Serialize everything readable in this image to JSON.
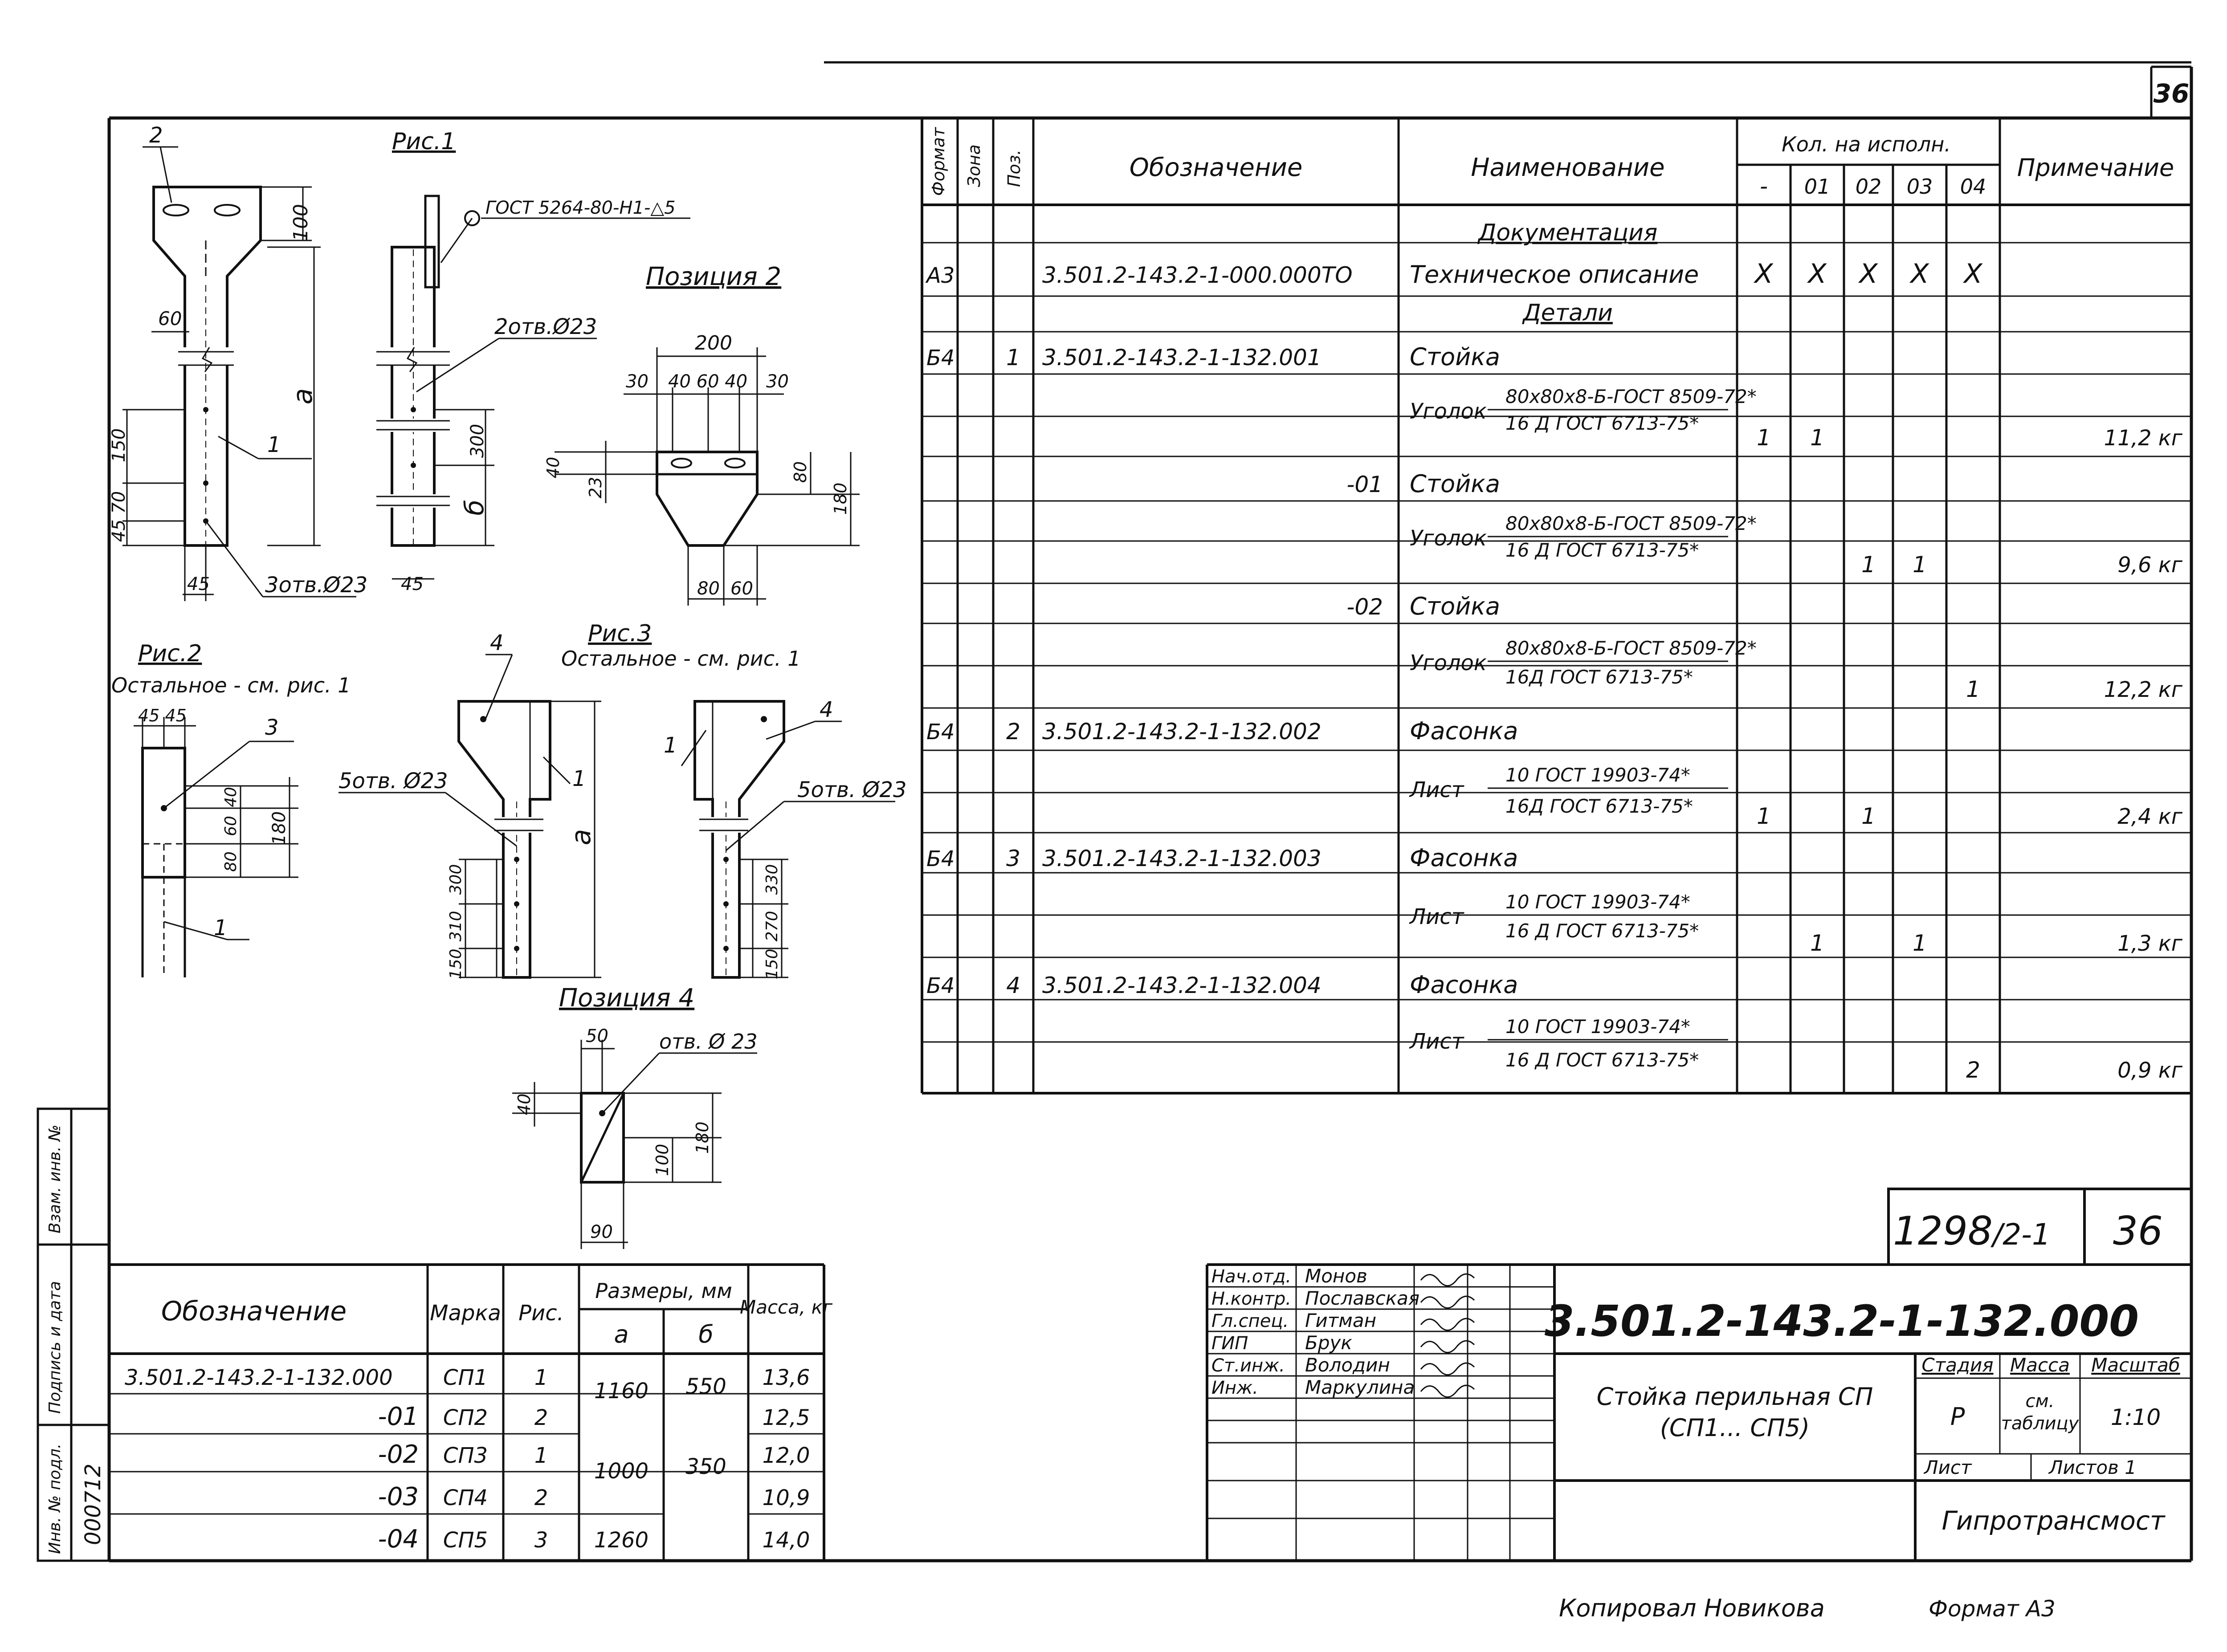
{
  "sheet_number": "36",
  "figures": {
    "fig1_title": "Рис.1",
    "fig2_title": "Рис.2",
    "fig2_note": "Остальное - см. рис. 1",
    "fig3_title": "Рис.3",
    "fig3_note": "Остальное - см. рис. 1",
    "pos2_title": "Позиция 2",
    "pos4_title": "Позиция 4",
    "weld_note": "ГОСТ 5264-80-Н1-△5",
    "holes_2": "2отв.Ø23",
    "holes_3": "3отв.Ø23",
    "holes_5a": "5отв. Ø23",
    "holes_5b": "5отв. Ø23",
    "hole_1": "отв. Ø 23",
    "dim_a": "а",
    "dim_b": "б",
    "fig1_dims": [
      "2",
      "100",
      "60",
      "150",
      "45 70",
      "45",
      "1",
      "300",
      "45"
    ],
    "pos2_dims": [
      "200",
      "30",
      "40 60 40",
      "30",
      "40",
      "23",
      "80",
      "180",
      "80",
      "60"
    ],
    "fig2_dims": [
      "45 45",
      "3",
      "40",
      "60",
      "80",
      "180",
      "1"
    ],
    "fig3_dims": [
      "4",
      "1",
      "300",
      "310",
      "150",
      "1",
      "4",
      "330",
      "270",
      "150"
    ],
    "pos4_dims": [
      "50",
      "40",
      "100",
      "180",
      "90"
    ]
  },
  "spec_table": {
    "headers": {
      "format": "Формат",
      "zone": "Зона",
      "pos": "Поз.",
      "designation": "Обозначение",
      "name": "Наименование",
      "qty": "Кол. на исполн.",
      "q0": "-",
      "q1": "01",
      "q2": "02",
      "q3": "03",
      "q4": "04",
      "note": "Примечание"
    },
    "section_docs": "Документация",
    "section_parts": "Детали",
    "rows": [
      {
        "format": "А3",
        "pos": "",
        "designation": "3.501.2-143.2-1-000.000ТО",
        "name": "Техническое описание",
        "marks": [
          "X",
          "X",
          "X",
          "X",
          "X"
        ],
        "note": ""
      },
      {
        "format": "Б4",
        "pos": "1",
        "designation": "3.501.2-143.2-1-132.001",
        "name": "Стойка"
      },
      {
        "name_prefix": "Уголок",
        "frac_top": "80х80х8-Б-ГОСТ 8509-72*",
        "frac_bottom": "16 Д ГОСТ 6713-75*",
        "qty": [
          "1",
          "1",
          "",
          "",
          ""
        ],
        "note": "11,2 кг"
      },
      {
        "designation": "-01",
        "name": "Стойка"
      },
      {
        "name_prefix": "Уголок",
        "frac_top": "80х80х8-Б-ГОСТ 8509-72*",
        "frac_bottom": "16 Д ГОСТ 6713-75*",
        "qty": [
          "",
          "",
          "1",
          "1",
          ""
        ],
        "note": "9,6 кг"
      },
      {
        "designation": "-02",
        "name": "Стойка"
      },
      {
        "name_prefix": "Уголок",
        "frac_top": "80х80х8-Б-ГОСТ 8509-72*",
        "frac_bottom": "16Д ГОСТ 6713-75*",
        "qty": [
          "",
          "",
          "",
          "",
          "1"
        ],
        "note": "12,2 кг"
      },
      {
        "format": "Б4",
        "pos": "2",
        "designation": "3.501.2-143.2-1-132.002",
        "name": "Фасонка"
      },
      {
        "name_prefix": "Лист",
        "frac_top": "10 ГОСТ 19903-74*",
        "frac_bottom": "16Д ГОСТ 6713-75*",
        "qty": [
          "1",
          "",
          "1",
          "",
          ""
        ],
        "note": "2,4 кг"
      },
      {
        "format": "Б4",
        "pos": "3",
        "designation": "3.501.2-143.2-1-132.003",
        "name": "Фасонка"
      },
      {
        "name_prefix": "Лист",
        "frac_top": "10 ГОСТ 19903-74*",
        "frac_bottom": "16 Д ГОСТ 6713-75*",
        "qty": [
          "",
          "1",
          "",
          "1",
          ""
        ],
        "note": "1,3 кг"
      },
      {
        "format": "Б4",
        "pos": "4",
        "designation": "3.501.2-143.2-1-132.004",
        "name": "Фасонка"
      },
      {
        "name_prefix": "Лист",
        "frac_top": "10 ГОСТ 19903-74*",
        "frac_bottom": "16 Д ГОСТ 6713-75*",
        "qty": [
          "",
          "",
          "",
          "",
          "2"
        ],
        "note": "0,9 кг"
      }
    ]
  },
  "size_table": {
    "h_designation": "Обозначение",
    "h_mark": "Марка",
    "h_fig": "Рис.",
    "h_dims": "Размеры, мм",
    "h_a": "а",
    "h_b": "б",
    "h_mass": "Масса, кг",
    "rows": [
      {
        "designation": "3.501.2-143.2-1-132.000",
        "mark": "СП1",
        "fig": "1",
        "mass": "13,6"
      },
      {
        "designation": "-01",
        "mark": "СП2",
        "fig": "2",
        "mass": "12,5"
      },
      {
        "designation": "-02",
        "mark": "СП3",
        "fig": "1",
        "mass": "12,0"
      },
      {
        "designation": "-03",
        "mark": "СП4",
        "fig": "2",
        "mass": "10,9"
      },
      {
        "designation": "-04",
        "mark": "СП5",
        "fig": "3",
        "mass": "14,0"
      }
    ],
    "a_groups": [
      "1160",
      "1000",
      "1260"
    ],
    "b_groups": [
      "550",
      "350"
    ]
  },
  "side_stamp": {
    "inv_sub": "Взам. инв. №",
    "sign_date": "Подпись и дата",
    "inv_orig": "Инв. № подл.",
    "inv_number": "000712"
  },
  "title_block": {
    "album": "1298",
    "album_part": "/2-1",
    "sheet_no": "36",
    "code": "3.501.2-143.2-1-132.000",
    "title_line1": "Стойка перильная СП",
    "title_line2": "(СП1... СП5)",
    "stage_label": "Стадия",
    "mass_label": "Масса",
    "scale_label": "Масштаб",
    "stage": "Р",
    "mass_value_1": "см.",
    "mass_value_2": "таблицу",
    "scale": "1:10",
    "sheet_label": "Лист",
    "sheets_label": "Листов 1",
    "org": "Гипротрансмост",
    "signers": [
      {
        "role": "Нач.отд.",
        "name": "Монов"
      },
      {
        "role": "Н.контр.",
        "name": "Пославская"
      },
      {
        "role": "Гл.спец.",
        "name": "Гитман"
      },
      {
        "role": "ГИП",
        "name": "Брук"
      },
      {
        "role": "Ст.инж.",
        "name": "Володин"
      },
      {
        "role": "Инж.",
        "name": "Маркулина"
      }
    ]
  },
  "footer": {
    "copied": "Копировал Новикова",
    "format": "Формат А3"
  }
}
